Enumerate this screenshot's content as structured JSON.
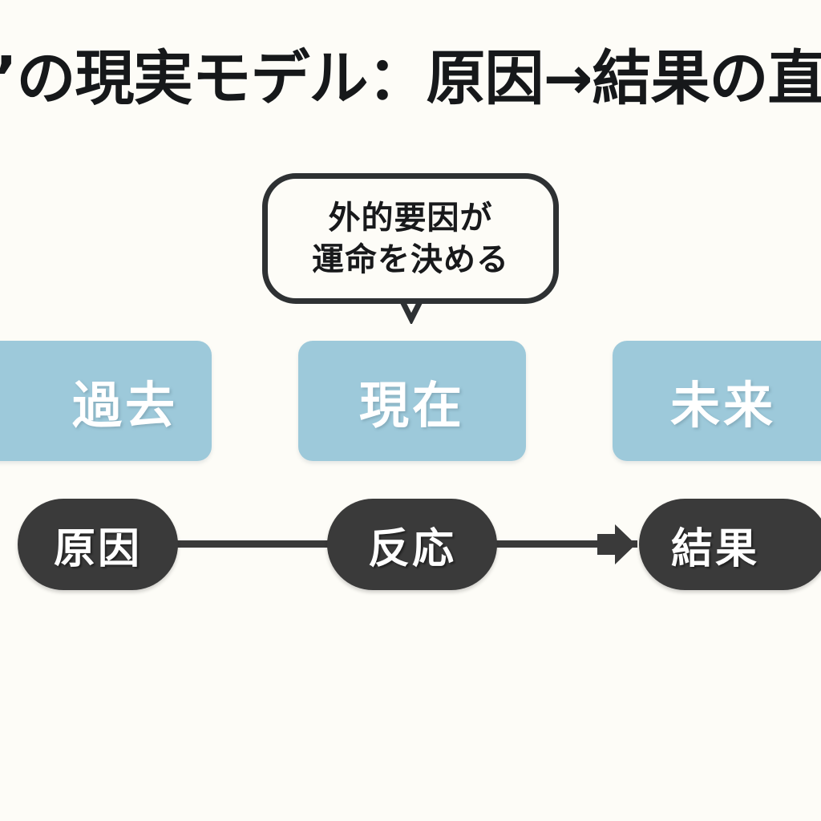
{
  "page": {
    "background_color": "#fdfcf7",
    "accent_blue": "#9dc9da",
    "dark": "#3a3a3a",
    "outline": "#2e3133"
  },
  "title": {
    "text": "識’の現実モデル：原因→結果の直線",
    "clipped": true
  },
  "callout": {
    "lines": [
      "外的要因が",
      "運命を決める"
    ],
    "tail_icon": "speech-bubble-tail-icon"
  },
  "timeline": {
    "boxes": [
      {
        "id": "past",
        "label": "過去"
      },
      {
        "id": "present",
        "label": "現在"
      },
      {
        "id": "future",
        "label": "未来"
      }
    ]
  },
  "chain": {
    "nodes": [
      {
        "id": "cause",
        "label": "原因"
      },
      {
        "id": "react",
        "label": "反応"
      },
      {
        "id": "result",
        "label": "結果"
      }
    ],
    "arrow_icon": "arrow-right-icon"
  }
}
